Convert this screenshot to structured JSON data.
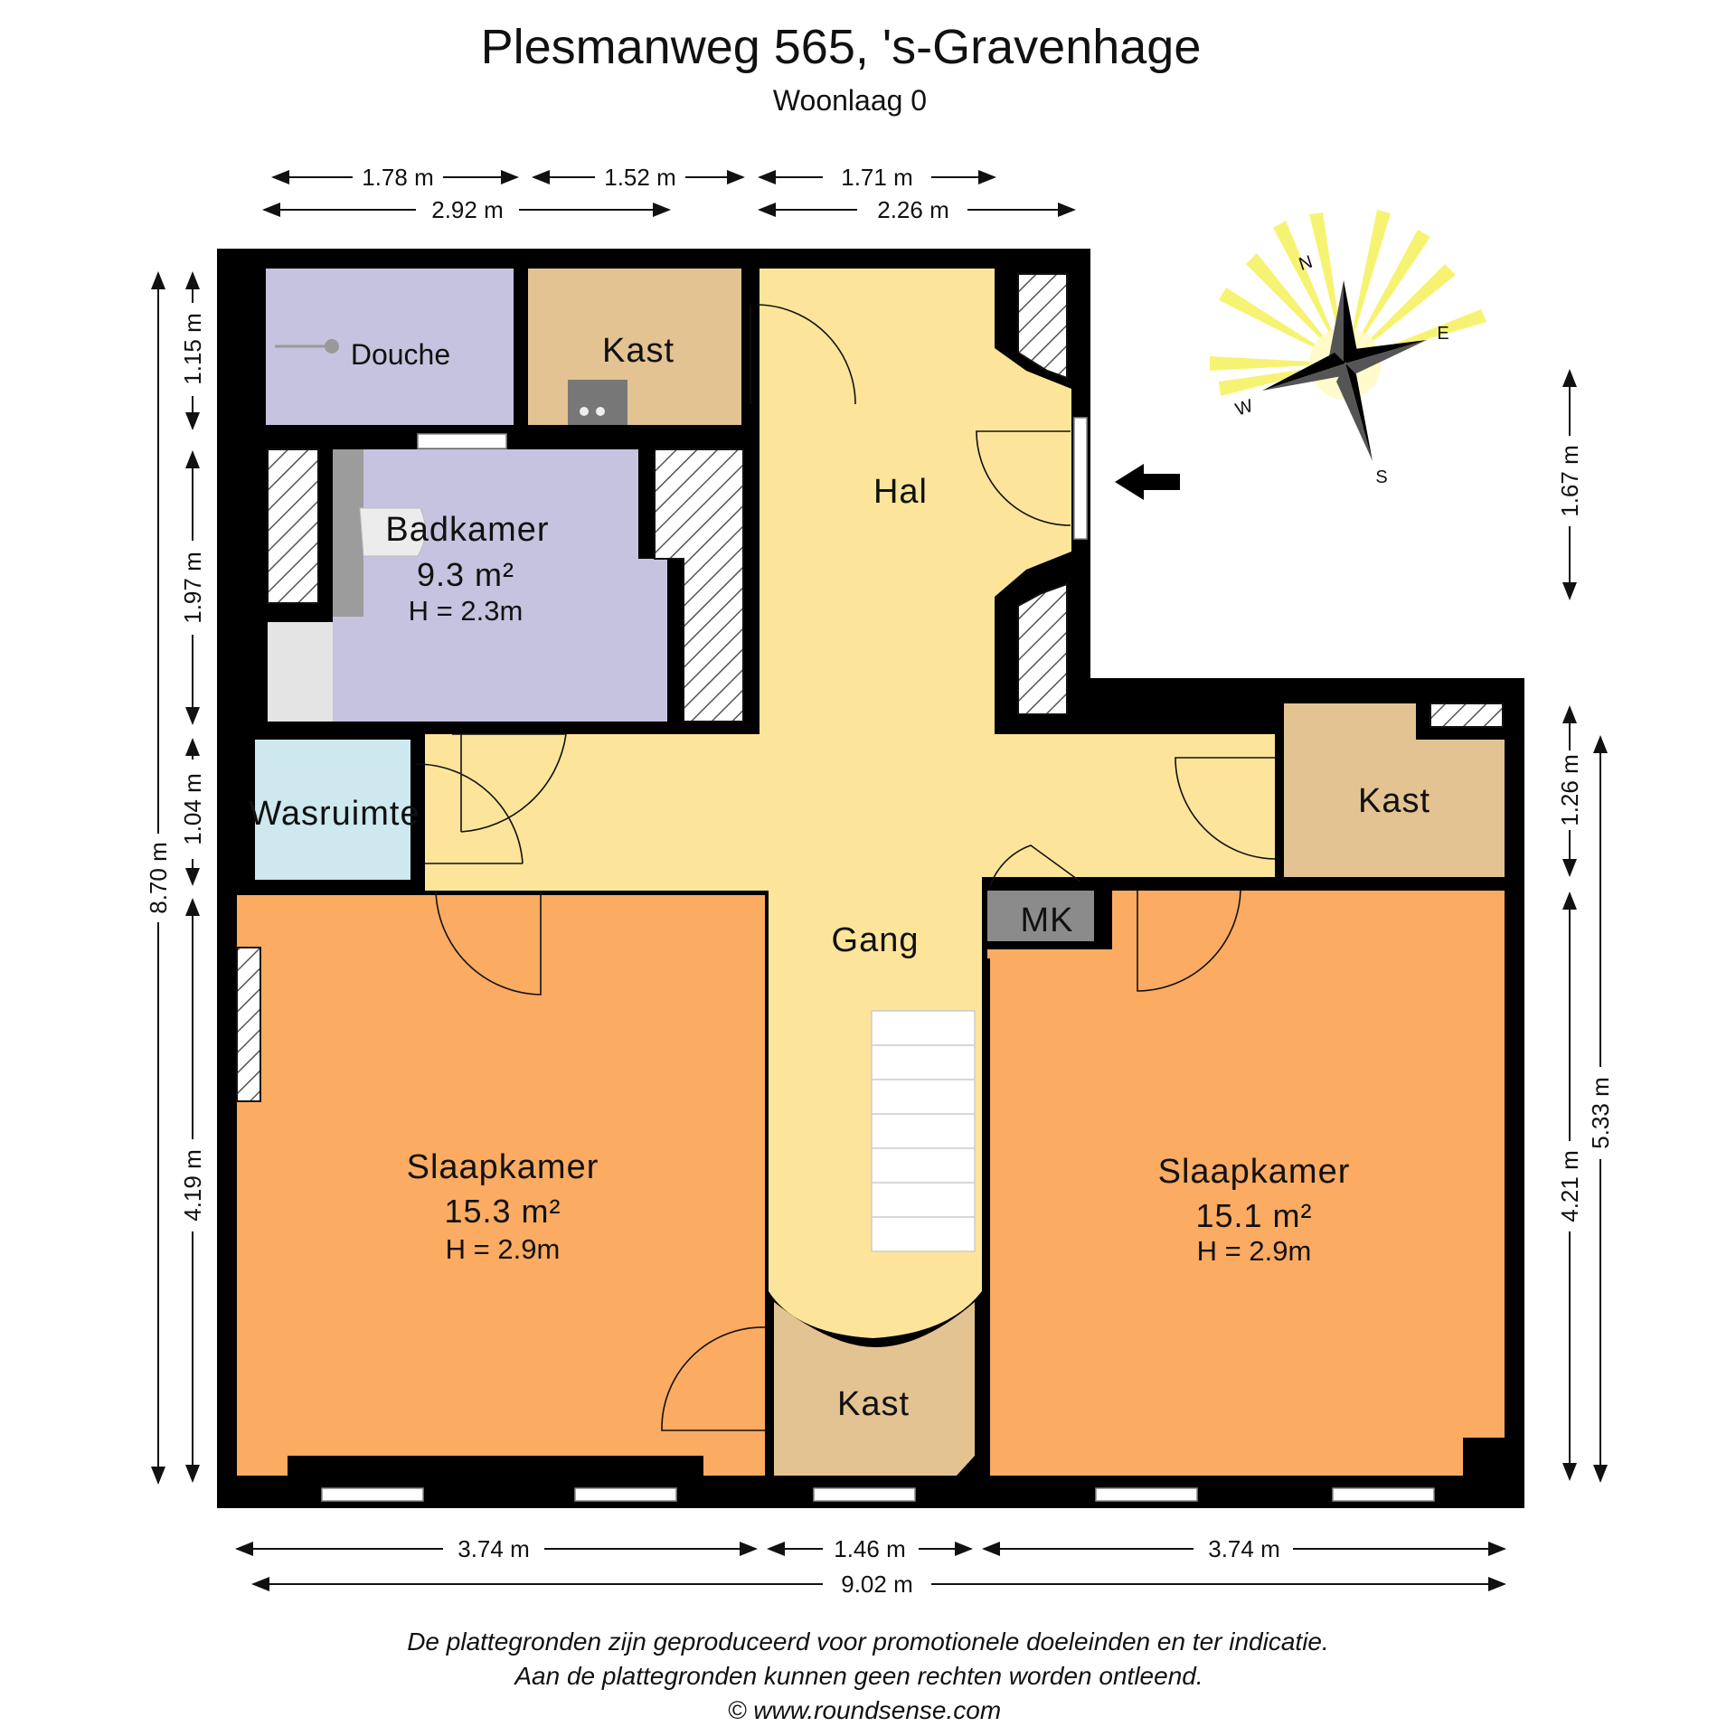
{
  "header": {
    "title": "Plesmanweg 565, 's-Gravenhage",
    "subtitle": "Woonlaag 0"
  },
  "dimensions": {
    "top_row1": [
      "1.78 m",
      "1.52 m",
      "1.71 m"
    ],
    "top_row2": [
      "2.92 m",
      "2.26 m"
    ],
    "left_outer": "8.70 m",
    "left_inner": [
      "1.15 m",
      "1.97 m",
      "1.04 m",
      "4.19 m"
    ],
    "right_inner": [
      "1.67 m",
      "1.26 m",
      "4.21 m"
    ],
    "right_outer": "5.33 m",
    "bottom_row1": [
      "3.74 m",
      "1.46 m",
      "3.74 m"
    ],
    "bottom_row2": "9.02 m"
  },
  "rooms": {
    "douche": {
      "name": "Douche"
    },
    "kast_top": {
      "name": "Kast"
    },
    "badkamer": {
      "name": "Badkamer",
      "area": "9.3 m²",
      "height": "H = 2.3m"
    },
    "hal": {
      "name": "Hal"
    },
    "wasruimte": {
      "name": "Wasruimte"
    },
    "kast_right": {
      "name": "Kast"
    },
    "mk": {
      "name": "MK"
    },
    "gang": {
      "name": "Gang"
    },
    "slaapkamer_left": {
      "name": "Slaapkamer",
      "area": "15.3 m²",
      "height": "H = 2.9m"
    },
    "slaapkamer_right": {
      "name": "Slaapkamer",
      "area": "15.1 m²",
      "height": "H = 2.9m"
    },
    "kast_bottom": {
      "name": "Kast"
    }
  },
  "compass": {
    "n": "N",
    "e": "E",
    "s": "S",
    "w": "W"
  },
  "disclaimer": {
    "line1": "De plattegronden zijn geproduceerd voor promotionele doeleinden en ter indicatie.",
    "line2": "Aan de plattegronden kunnen geen rechten worden ontleend.",
    "line3": "© www.roundsense.com"
  },
  "colors": {
    "hall": "#fce59a",
    "bedroom": "#fbab62",
    "bathroom": "#c6c3e0",
    "closet": "#e3c391",
    "laundry": "#cde8ee",
    "wall": "#000000"
  }
}
